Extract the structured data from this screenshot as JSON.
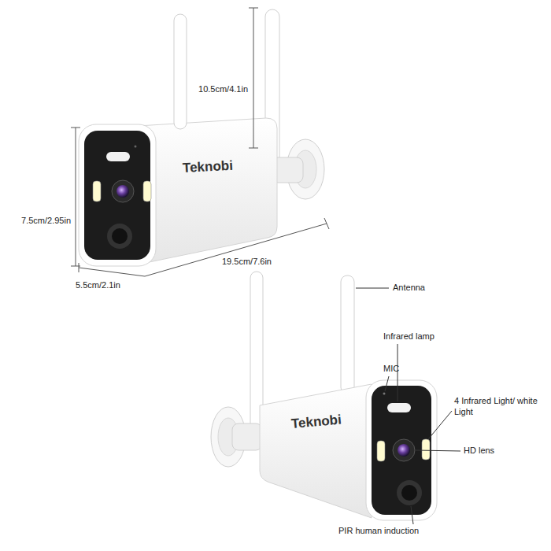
{
  "diagram": {
    "labels": [
      "10.5cm/4.1in",
      "Teknobi",
      "7.5cm/2.95in",
      "19.5cm/7.6in",
      "5.5cm/2.1in",
      "Antenna",
      "Infrared lamp",
      "MIC",
      "4 Infrared Light/ white Light",
      "Teknobi",
      "HD lens",
      "PIR human induction"
    ]
  }
}
